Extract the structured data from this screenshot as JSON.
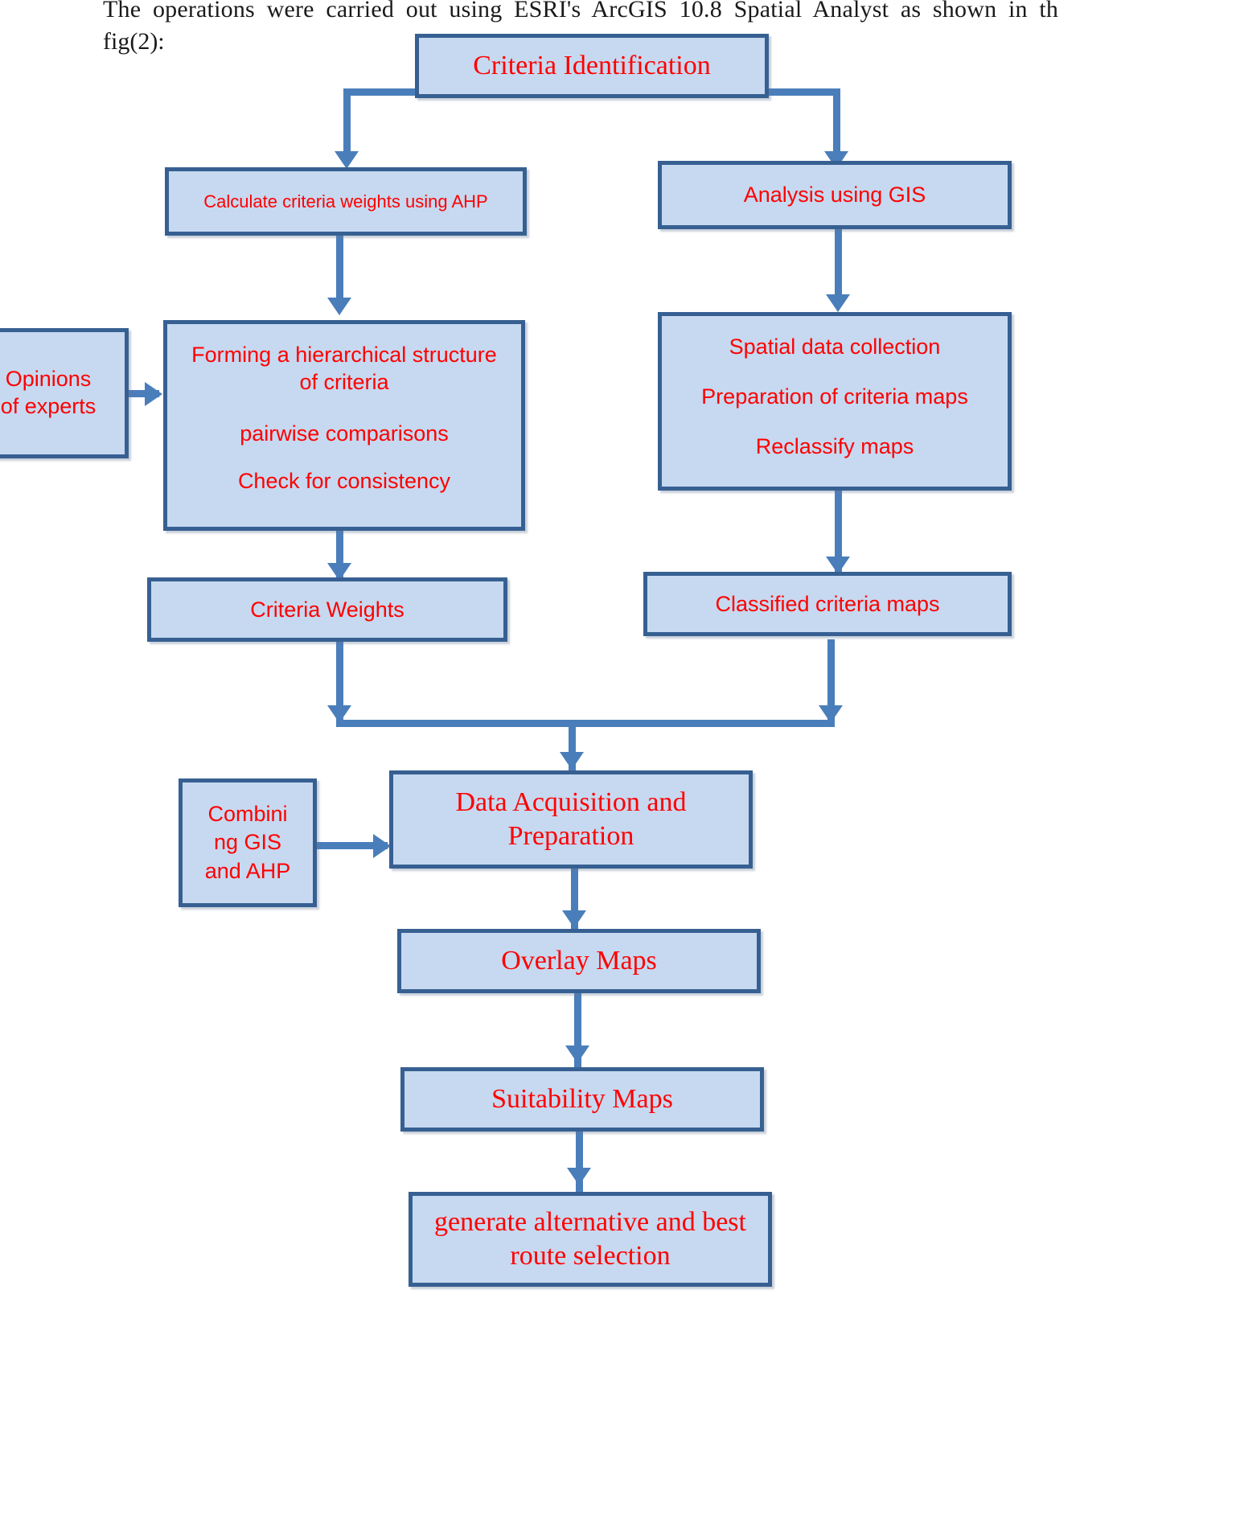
{
  "intro": {
    "line1": "The operations were carried out using ESRI's ArcGIS 10.8 Spatial Analyst as shown in th",
    "line2": "fig(2):"
  },
  "colors": {
    "node_fill": "#c6d9f0",
    "node_border": "#376092",
    "node_text": "#ff0000",
    "connector": "#4a7ebb",
    "page_background": "#ffffff",
    "intro_text": "#1a1a1a"
  },
  "flowchart": {
    "nodes": [
      {
        "id": "criteria-identification",
        "lines": [
          "Criteria Identification"
        ],
        "font": "serif"
      },
      {
        "id": "calculate-criteria-weights",
        "lines": [
          "Calculate criteria weights using AHP"
        ],
        "font": "sans"
      },
      {
        "id": "analysis-using-gis",
        "lines": [
          "Analysis using GIS"
        ],
        "font": "sans"
      },
      {
        "id": "opinions-of-experts",
        "lines": [
          "Opinions",
          "of experts"
        ],
        "font": "sans"
      },
      {
        "id": "hierarchical-structure",
        "lines": [
          "Forming a hierarchical structure",
          "of criteria",
          "pairwise comparisons",
          "Check for consistency"
        ],
        "font": "sans"
      },
      {
        "id": "spatial-data-collection",
        "lines": [
          "Spatial data collection",
          "Preparation of criteria maps",
          "Reclassify maps"
        ],
        "font": "sans"
      },
      {
        "id": "criteria-weights",
        "lines": [
          "Criteria Weights"
        ],
        "font": "sans"
      },
      {
        "id": "classified-criteria-maps",
        "lines": [
          "Classified criteria maps"
        ],
        "font": "sans"
      },
      {
        "id": "combining-gis-and-ahp",
        "lines": [
          "Combini",
          "ng GIS",
          "and AHP"
        ],
        "font": "sans"
      },
      {
        "id": "data-acquisition",
        "lines": [
          "Data Acquisition and",
          "Preparation"
        ],
        "font": "serif"
      },
      {
        "id": "overlay-maps",
        "lines": [
          "Overlay Maps"
        ],
        "font": "serif"
      },
      {
        "id": "suitability-maps",
        "lines": [
          "Suitability Maps"
        ],
        "font": "serif"
      },
      {
        "id": "generate-route-selection",
        "lines": [
          "generate alternative and best",
          "route selection"
        ],
        "font": "serif"
      }
    ],
    "edges": [
      {
        "from": "criteria-identification",
        "to": "calculate-criteria-weights",
        "type": "elbow-left"
      },
      {
        "from": "criteria-identification",
        "to": "analysis-using-gis",
        "type": "elbow-right"
      },
      {
        "from": "calculate-criteria-weights",
        "to": "hierarchical-structure",
        "type": "vertical"
      },
      {
        "from": "opinions-of-experts",
        "to": "hierarchical-structure",
        "type": "horizontal"
      },
      {
        "from": "analysis-using-gis",
        "to": "spatial-data-collection",
        "type": "vertical"
      },
      {
        "from": "hierarchical-structure",
        "to": "criteria-weights",
        "type": "vertical"
      },
      {
        "from": "spatial-data-collection",
        "to": "classified-criteria-maps",
        "type": "vertical"
      },
      {
        "from": "criteria-weights",
        "to": "data-acquisition",
        "type": "merge"
      },
      {
        "from": "classified-criteria-maps",
        "to": "data-acquisition",
        "type": "merge"
      },
      {
        "from": "combining-gis-and-ahp",
        "to": "data-acquisition",
        "type": "horizontal"
      },
      {
        "from": "data-acquisition",
        "to": "overlay-maps",
        "type": "vertical"
      },
      {
        "from": "overlay-maps",
        "to": "suitability-maps",
        "type": "vertical"
      },
      {
        "from": "suitability-maps",
        "to": "generate-route-selection",
        "type": "vertical"
      }
    ]
  }
}
